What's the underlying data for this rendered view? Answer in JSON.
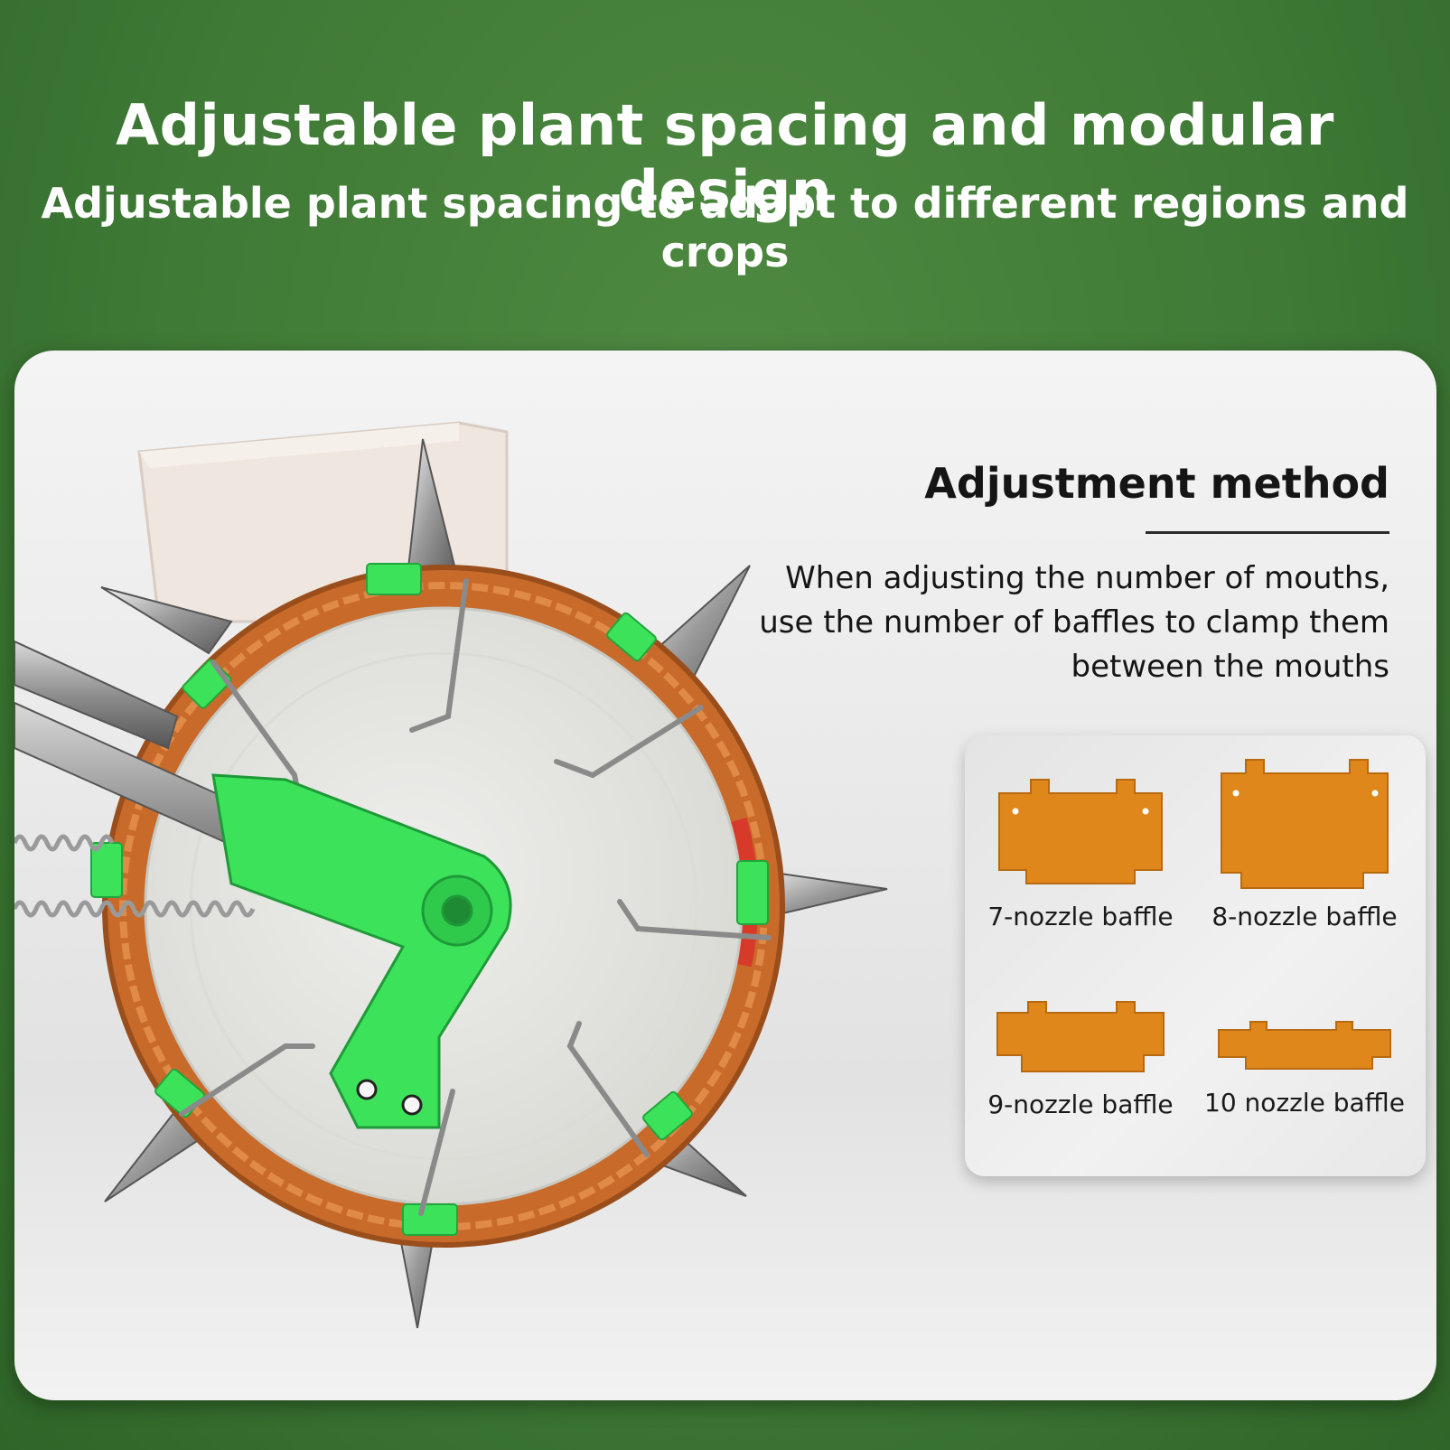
{
  "header": {
    "title": "Adjustable plant spacing and modular design",
    "subtitle": "Adjustable plant spacing to adapt to different regions and crops"
  },
  "adjustment": {
    "title": "Adjustment method",
    "description_lines": [
      "When adjusting the number of mouths,",
      "use the number of baffles to clamp them",
      "between the mouths"
    ]
  },
  "baffles": [
    {
      "label": "7-nozzle baffle",
      "icon": "baffle-plate-large"
    },
    {
      "label": "8-nozzle baffle",
      "icon": "baffle-plate-tall"
    },
    {
      "label": "9-nozzle baffle",
      "icon": "baffle-plate-medium"
    },
    {
      "label": "10 nozzle baffle",
      "icon": "baffle-plate-small"
    }
  ],
  "colors": {
    "background": "#3f7a36",
    "baffle_orange": "#e0871c",
    "wheel_ring": "#c86a2a",
    "bracket_green": "#3ce35a"
  }
}
